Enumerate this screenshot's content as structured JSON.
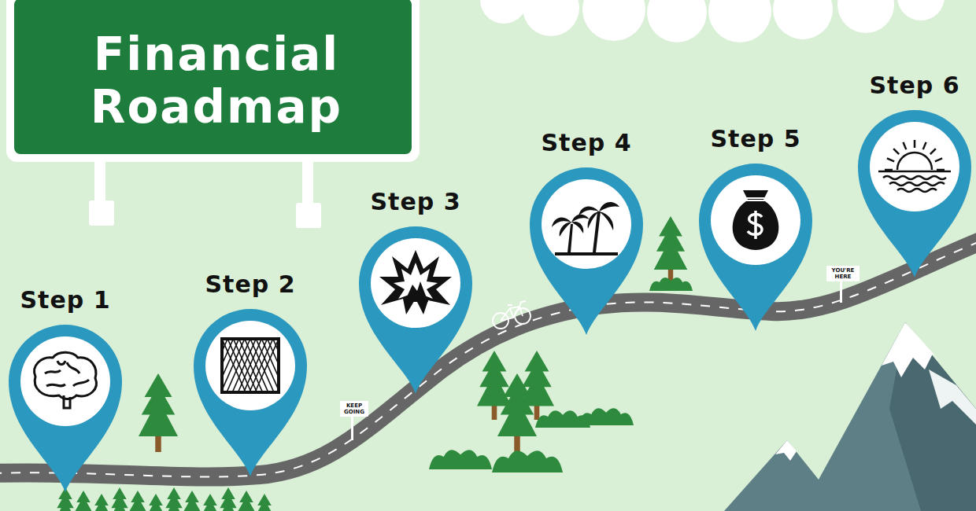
{
  "diagram": {
    "title": "Financial Roadmap",
    "nodes": [
      {
        "text": [
          "Step 1"
        ]
      },
      {
        "text": [
          "Step 2"
        ]
      },
      {
        "text": [
          "Step 3"
        ]
      },
      {
        "text": [
          "Step 4"
        ]
      },
      {
        "text": [
          "Step 5"
        ]
      },
      {
        "text": [
          "Step 6"
        ]
      }
    ],
    "labels": [
      "KEEP GOING",
      "YOU'RE HERE"
    ]
  }
}
